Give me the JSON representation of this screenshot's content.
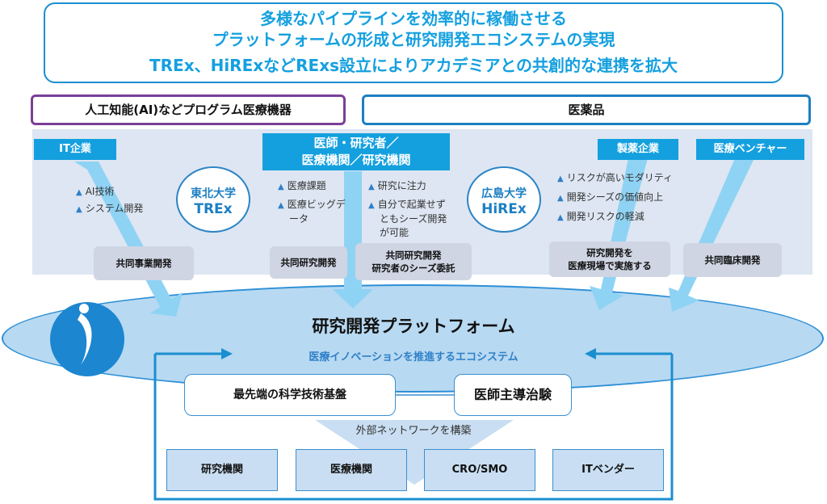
{
  "header": {
    "line1": "多様なパイプラインを効率的に稼働させる",
    "line2": "プラットフォームの形成と研究開発エコシステムの実現",
    "line3": "TREx、HiRExなどRExs設立によりアカデミアとの共創的な連携を拡大"
  },
  "categories": {
    "left": "人工知能(AI)などプログラム医療機器",
    "right": "医薬品"
  },
  "actors": {
    "it": {
      "label": "IT企業",
      "bullets": [
        "AI技術",
        "システム開発"
      ]
    },
    "doctors": {
      "line1": "医師・研究者／",
      "line2": "医療機関／研究機関",
      "bullets_left": [
        "医療課題",
        "医療ビッグデータ"
      ],
      "bullets_right": [
        "研究に注力",
        "自分で起業せずともシーズ開発が可能"
      ]
    },
    "pharma": {
      "label": "製薬企業",
      "bullets": [
        "リスクが高いモダリティ",
        "開発シーズの価値向上",
        "開発リスクの軽減"
      ]
    },
    "venture": {
      "label": "医療ベンチャー"
    }
  },
  "universities": {
    "tohoku": {
      "name": "東北大学",
      "abbr": "TREx"
    },
    "hiroshima": {
      "name": "広島大学",
      "abbr": "HiREx"
    }
  },
  "collaborations": {
    "joint_business": "共同事業開発",
    "joint_research": "共同研究開発",
    "joint_research2_l1": "共同研究開発",
    "joint_research2_l2": "研究者のシーズ委託",
    "onsite_l1": "研究開発を",
    "onsite_l2": "医療現場で実施する",
    "joint_clinical": "共同臨床開発"
  },
  "platform": {
    "title": "研究開発プラットフォーム",
    "subtitle": "医療イノベーションを推進するエコシステム",
    "tech_base": "最先端の科学技術基盤",
    "trials": "医師主導治験",
    "network": "外部ネットワークを構築"
  },
  "partners": [
    "研究機関",
    "医療機関",
    "CRO/SMO",
    "ITベンダー"
  ],
  "colors": {
    "accent": "#14a0df",
    "purple": "#7b3f98",
    "arrow": "#8fd3f4",
    "panel": "#dde6f2"
  }
}
